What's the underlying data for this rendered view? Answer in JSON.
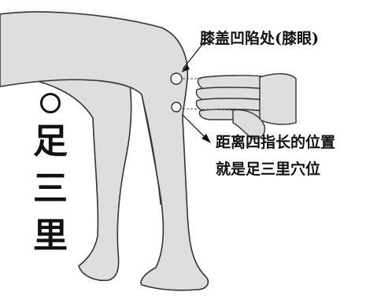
{
  "annotations": {
    "knee_hollow": "膝盖凹陷处(膝眼)",
    "distance_line1": "距离四指长的位置",
    "distance_line2": "就是足三里穴位"
  },
  "title": {
    "chars": [
      "足",
      "三",
      "里"
    ]
  },
  "colors": {
    "skin_fill": "#dedede",
    "outline": "#333333",
    "text": "#111111"
  }
}
